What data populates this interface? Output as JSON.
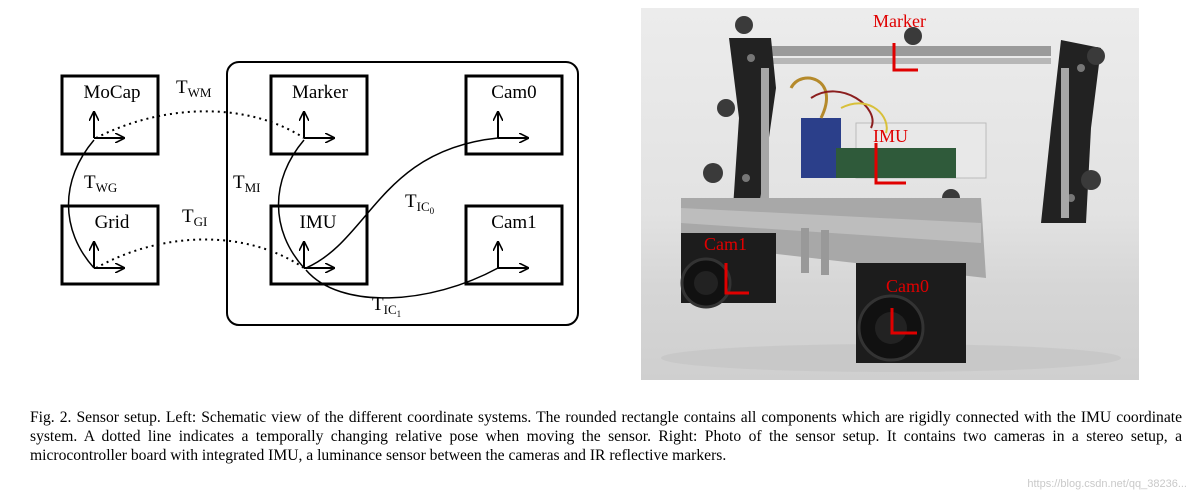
{
  "diagram": {
    "frames": {
      "mocap": "MoCap",
      "grid": "Grid",
      "marker": "Marker",
      "imu": "IMU",
      "cam0": "Cam0",
      "cam1": "Cam1"
    },
    "transforms": {
      "wm": {
        "main": "T",
        "sub": "WM"
      },
      "wg": {
        "main": "T",
        "sub": "WG"
      },
      "gi": {
        "main": "T",
        "sub": "GI"
      },
      "mi": {
        "main": "T",
        "sub": "MI"
      },
      "ic0": {
        "main": "T",
        "sub": "IC",
        "subsub": "0"
      },
      "ic1": {
        "main": "T",
        "sub": "IC",
        "subsub": "1"
      }
    }
  },
  "photo": {
    "labels": {
      "marker": "Marker",
      "imu": "IMU",
      "cam1": "Cam1",
      "cam0": "Cam0"
    },
    "label_color": "#e00000"
  },
  "caption": {
    "text": "Fig. 2.   Sensor setup. Left: Schematic view of the different coordinate systems. The rounded rectangle contains all components which are rigidly connected with the IMU coordinate system. A dotted line indicates a temporally changing relative pose when moving the sensor. Right: Photo of the sensor setup. It contains two cameras in a stereo setup, a microcontroller board with integrated IMU, a luminance sensor between the cameras and IR reflective markers."
  },
  "watermark": "https://blog.csdn.net/qq_38236..."
}
